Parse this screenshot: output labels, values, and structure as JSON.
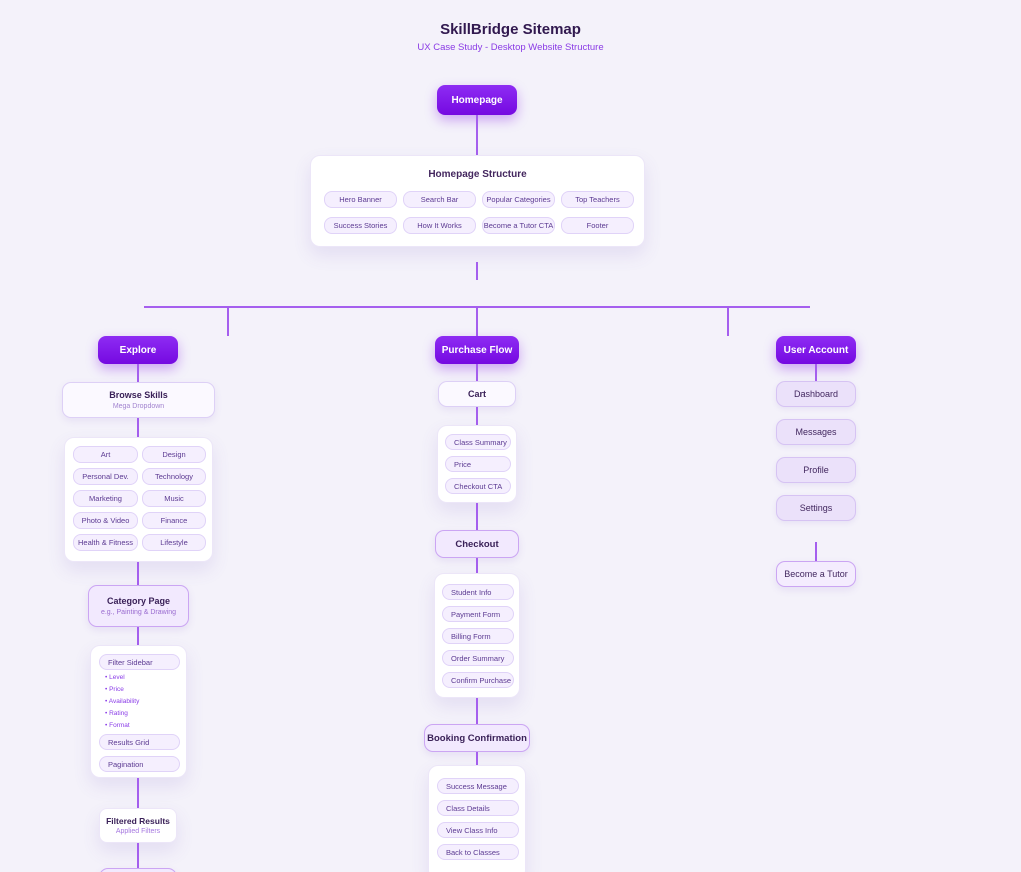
{
  "page": {
    "title": "SkillBridge Sitemap",
    "subtitle": "UX Case Study - Desktop Website Structure"
  },
  "colors": {
    "accent_purple": "#7d10e6",
    "connector": "#a55fee",
    "background": "#f4f2fa",
    "card_border_purple": "#cba5f3"
  },
  "homepage": {
    "label": "Homepage",
    "structure": {
      "title": "Homepage Structure",
      "chips": [
        "Hero Banner",
        "Search Bar",
        "Popular Categories",
        "Top Teachers",
        "Success Stories",
        "How It Works",
        "Become a Tutor CTA",
        "Footer"
      ]
    }
  },
  "explore": {
    "label": "Explore",
    "browse_skills": {
      "title": "Browse Skills",
      "subtitle": "Mega Dropdown"
    },
    "skills": [
      "Art",
      "Design",
      "Personal Dev.",
      "Technology",
      "Marketing",
      "Music",
      "Photo & Video",
      "Finance",
      "Health & Fitness",
      "Lifestyle"
    ],
    "category_page": {
      "title": "Category Page",
      "subtitle": "e.g., Painting & Drawing"
    },
    "filters": {
      "sidebar_label": "Filter Sidebar",
      "options": [
        "Level",
        "Price",
        "Availability",
        "Rating",
        "Format"
      ],
      "results_label": "Results Grid",
      "pagination_label": "Pagination"
    },
    "filtered_results": {
      "title": "Filtered Results",
      "subtitle": "Applied Filters"
    }
  },
  "purchase": {
    "label": "Purchase Flow",
    "cart": {
      "title": "Cart",
      "chips": [
        "Class Summary",
        "Price",
        "Checkout CTA"
      ]
    },
    "checkout": {
      "title": "Checkout",
      "chips": [
        "Student Info",
        "Payment Form",
        "Billing Form",
        "Order Summary",
        "Confirm Purchase"
      ]
    },
    "booking": {
      "title": "Booking Confirmation",
      "chips": [
        "Success Message",
        "Class Details",
        "View Class Info",
        "Back to Classes"
      ]
    }
  },
  "account": {
    "label": "User Account",
    "items": [
      "Dashboard",
      "Messages",
      "Profile",
      "Settings"
    ],
    "become_tutor": "Become a Tutor"
  }
}
